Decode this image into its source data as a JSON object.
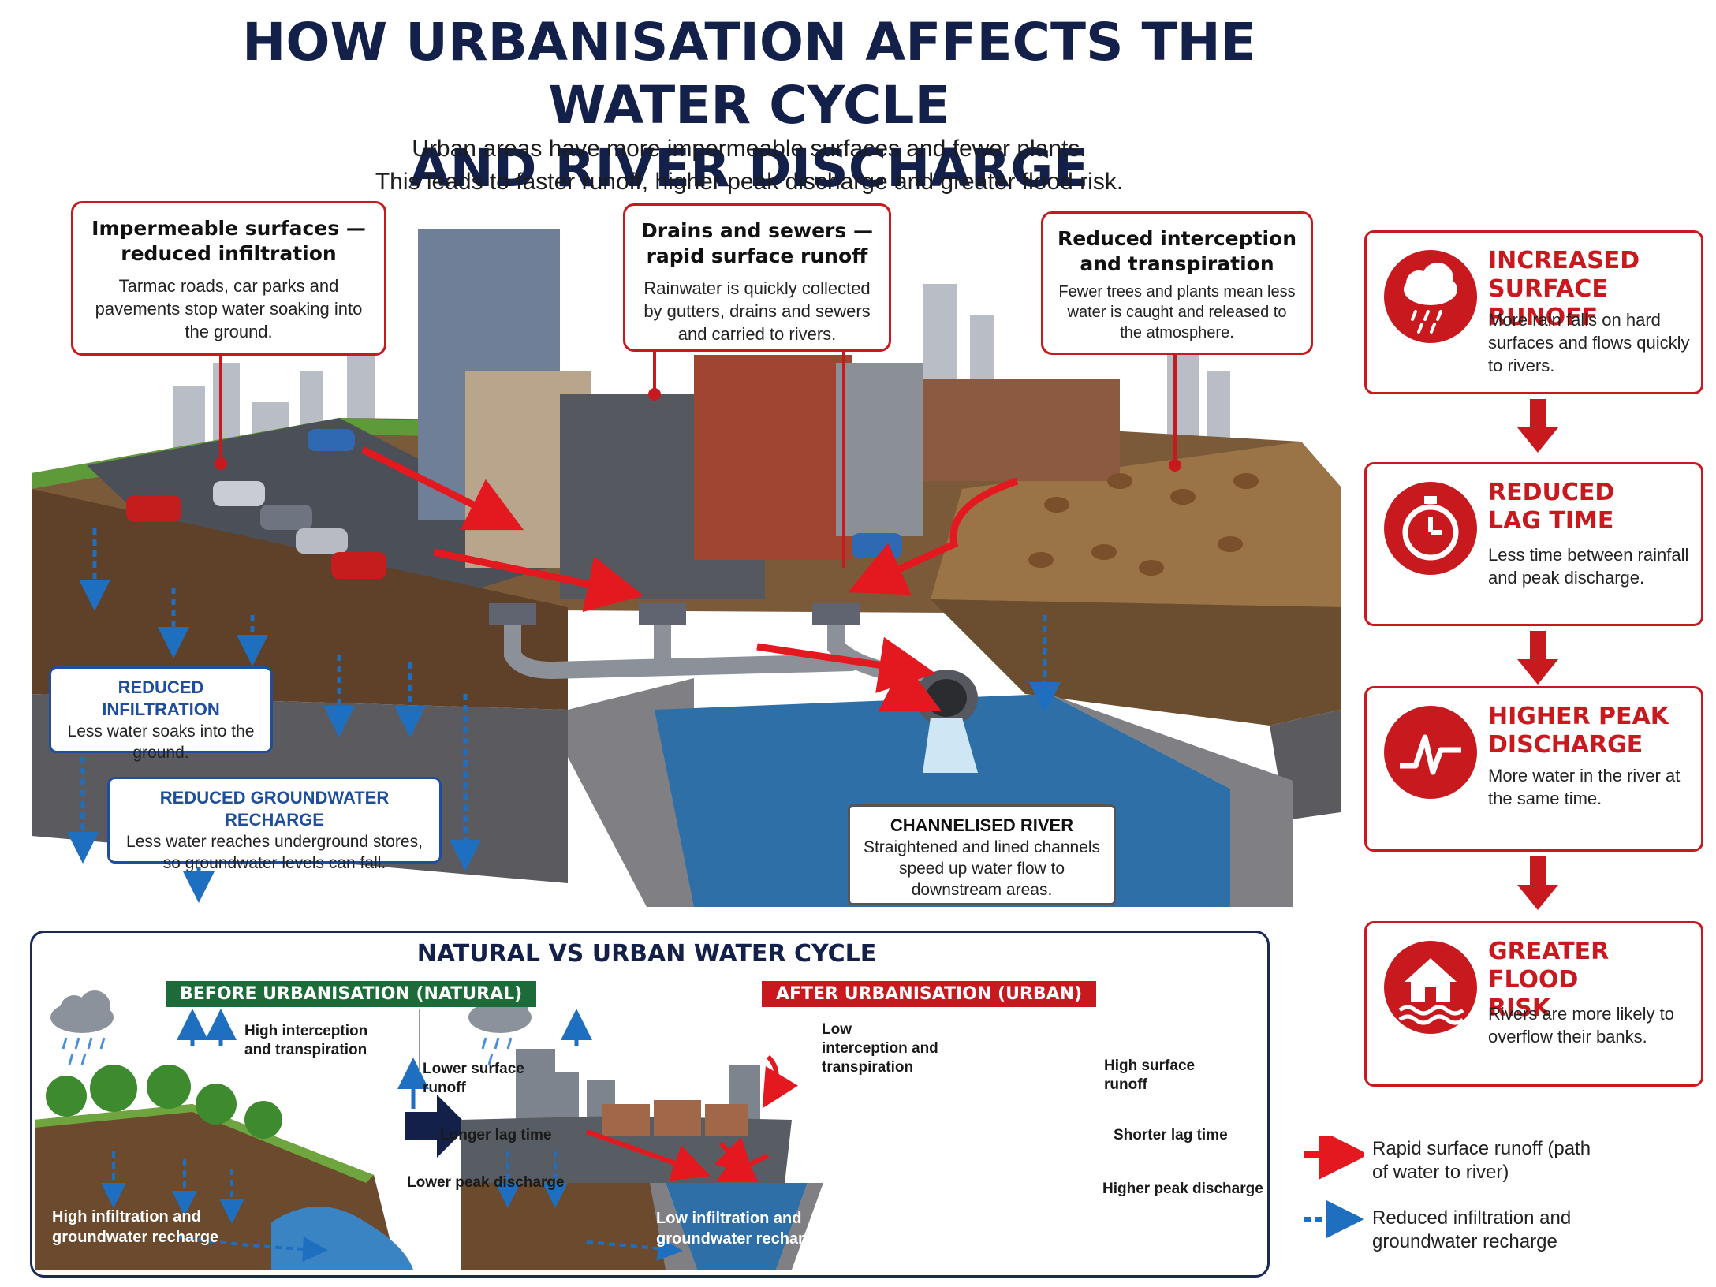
{
  "title_line1": "HOW URBANISATION AFFECTS THE WATER CYCLE",
  "title_line2": "AND RIVER DISCHARGE",
  "subtitle_line1": "Urban areas have more impermeable surfaces and fewer plants.",
  "subtitle_line2": "This leads to faster runoff, higher peak discharge and greater flood risk.",
  "callouts": {
    "impermeable": {
      "heading": "Impermeable surfaces — reduced infiltration",
      "body": "Tarmac roads, car parks and pavements stop water soaking into the ground."
    },
    "drains": {
      "heading": "Drains and sewers — rapid surface runoff",
      "body": "Rainwater is quickly collected by gutters, drains and sewers and carried to rivers."
    },
    "interception": {
      "heading": "Reduced interception and transpiration",
      "body": "Fewer trees and plants mean less water is caught and released to the atmosphere."
    }
  },
  "blue_boxes": {
    "infiltration": {
      "heading": "REDUCED INFILTRATION",
      "body": "Less water soaks into the ground."
    },
    "groundwater": {
      "heading": "REDUCED GROUNDWATER RECHARGE",
      "body": "Less water reaches underground stores, so groundwater levels can fall."
    },
    "channel": {
      "heading": "CHANNELISED RIVER",
      "body": "Straightened and lined channels speed up water flow to downstream areas."
    }
  },
  "flow": [
    {
      "heading": "INCREASED SURFACE RUNOFF",
      "body": "More rain falls on hard surfaces and flows quickly to rivers.",
      "icon": "rain-cloud-icon"
    },
    {
      "heading": "REDUCED LAG TIME",
      "body": "Less time between rainfall and peak discharge.",
      "icon": "stopwatch-icon"
    },
    {
      "heading": "HIGHER PEAK DISCHARGE",
      "body": "More water in the river at the same time.",
      "icon": "hydrograph-peak-icon"
    },
    {
      "heading": "GREATER FLOOD RISK",
      "body": "Rivers are more likely to overflow their banks.",
      "icon": "flooded-house-icon"
    }
  ],
  "comparison": {
    "title": "NATURAL VS URBAN WATER CYCLE",
    "before": {
      "tag": "BEFORE URBANISATION (NATURAL)",
      "interception": "High interception and transpiration",
      "runoff": "Lower surface runoff",
      "lag": "Longer lag time",
      "peak": "Lower peak discharge",
      "infiltration": "High infiltration and groundwater recharge"
    },
    "after": {
      "tag": "AFTER URBANISATION (URBAN)",
      "interception": "Low interception and transpiration",
      "runoff": "High surface runoff",
      "lag": "Shorter lag time",
      "peak": "Higher peak discharge",
      "infiltration": "Low infiltration and groundwater recharge"
    }
  },
  "legend": {
    "runoff": "Rapid surface runoff (path of water to river)",
    "infiltration": "Reduced infiltration and groundwater recharge"
  },
  "colors": {
    "navy": "#13204a",
    "red": "#c8191f",
    "blue": "#1f6fc0",
    "green": "#1e6b3a"
  }
}
